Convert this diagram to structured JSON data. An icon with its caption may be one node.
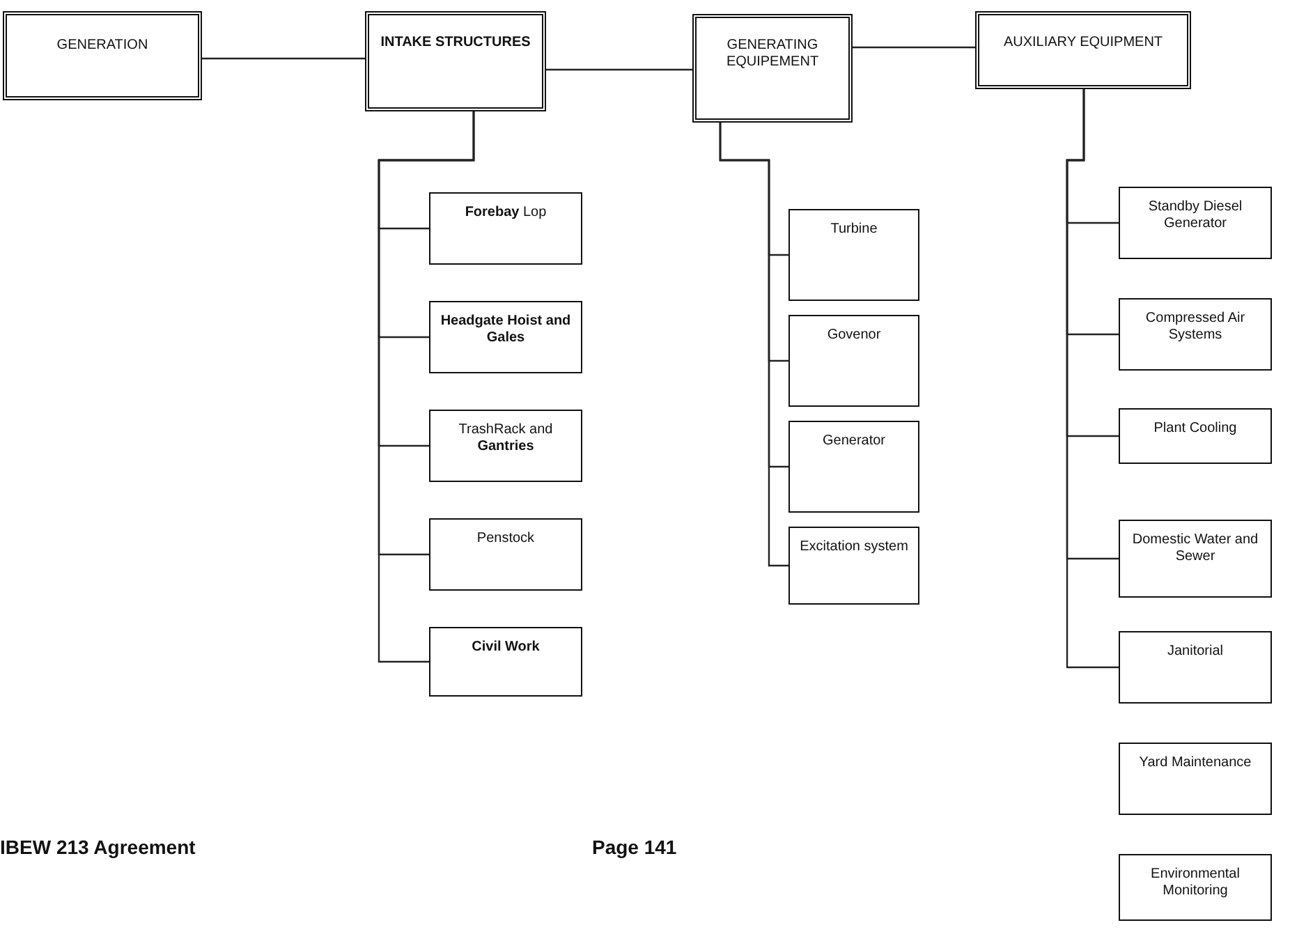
{
  "diagram": {
    "nodes": [
      {
        "text": [
          "GENERATION"
        ]
      },
      {
        "text": [
          "INTAKE STRUCTURES"
        ]
      },
      {
        "text": [
          "GENERATING EQUIPEMENT"
        ]
      },
      {
        "text": [
          "AUXILIARY EQUIPMENT"
        ]
      },
      {
        "text": [
          "**Forebay** Lop"
        ]
      },
      {
        "text": [
          "Headgate Hoist and Gales"
        ]
      },
      {
        "text": [
          "TrashRack and **Gantries**"
        ]
      },
      {
        "text": [
          "Penstock"
        ]
      },
      {
        "text": [
          "Civil Work"
        ]
      },
      {
        "text": [
          "Turbine"
        ]
      },
      {
        "text": [
          "Govenor"
        ]
      },
      {
        "text": [
          "Generator"
        ]
      },
      {
        "text": [
          "Excitation system"
        ]
      },
      {
        "text": [
          "Standby Diesel Generator"
        ]
      },
      {
        "text": [
          "Compressed Air Systems"
        ]
      },
      {
        "text": [
          "Plant Cooling"
        ]
      },
      {
        "text": [
          "Domestic Water and Sewer"
        ]
      },
      {
        "text": [
          "Janitorial"
        ]
      },
      {
        "text": [
          "Yard Maintenance"
        ]
      },
      {
        "text": [
          "Environmental Monitoring"
        ]
      }
    ],
    "edges": [
      {
        "from": 0,
        "to": 1,
        "arrow": "none"
      },
      {
        "from": 1,
        "to": 2,
        "arrow": "none"
      },
      {
        "from": 2,
        "to": 3,
        "arrow": "none"
      },
      {
        "from": 1,
        "to": 4,
        "arrow": "none"
      },
      {
        "from": 1,
        "to": 5,
        "arrow": "none"
      },
      {
        "from": 1,
        "to": 6,
        "arrow": "none"
      },
      {
        "from": 1,
        "to": 7,
        "arrow": "none"
      },
      {
        "from": 1,
        "to": 8,
        "arrow": "none"
      },
      {
        "from": 2,
        "to": 9,
        "arrow": "none"
      },
      {
        "from": 2,
        "to": 10,
        "arrow": "none"
      },
      {
        "from": 2,
        "to": 11,
        "arrow": "none"
      },
      {
        "from": 2,
        "to": 12,
        "arrow": "none"
      },
      {
        "from": 3,
        "to": 13,
        "arrow": "none"
      },
      {
        "from": 3,
        "to": 14,
        "arrow": "none"
      },
      {
        "from": 3,
        "to": 15,
        "arrow": "none"
      },
      {
        "from": 3,
        "to": 16,
        "arrow": "none"
      },
      {
        "from": 3,
        "to": 17,
        "arrow": "none"
      }
    ],
    "labels": [
      "IBEW 213 Agreement",
      "Page 141"
    ]
  }
}
